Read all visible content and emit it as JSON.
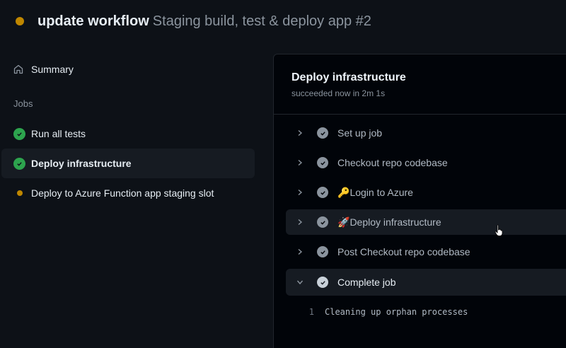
{
  "header": {
    "status": "in-progress",
    "title_bold": "update workflow",
    "title_rest": "Staging build, test & deploy app #2",
    "status_color": "#bf8700"
  },
  "sidebar": {
    "summary_label": "Summary",
    "jobs_heading": "Jobs",
    "jobs": [
      {
        "label": "Run all tests",
        "status": "success"
      },
      {
        "label": "Deploy infrastructure",
        "status": "success",
        "active": true
      },
      {
        "label": "Deploy to Azure Function app staging slot",
        "status": "in-progress"
      }
    ]
  },
  "panel": {
    "title": "Deploy infrastructure",
    "subtitle": "succeeded now in 2m 1s",
    "steps": [
      {
        "label": "Set up job",
        "emoji": "",
        "expanded": false
      },
      {
        "label": "Checkout repo codebase",
        "emoji": "",
        "expanded": false
      },
      {
        "label": "Login to Azure",
        "emoji": "🔑",
        "expanded": false
      },
      {
        "label": "Deploy infrastructure",
        "emoji": "🚀",
        "expanded": false
      },
      {
        "label": "Post Checkout repo codebase",
        "emoji": "",
        "expanded": false
      },
      {
        "label": "Complete job",
        "emoji": "",
        "expanded": true
      }
    ],
    "log": [
      {
        "line": "1",
        "text": "Cleaning up orphan processes"
      }
    ]
  },
  "colors": {
    "success": "#2da44e",
    "pending": "#bf8700",
    "background": "#0d1117",
    "panel_background": "#010409"
  }
}
